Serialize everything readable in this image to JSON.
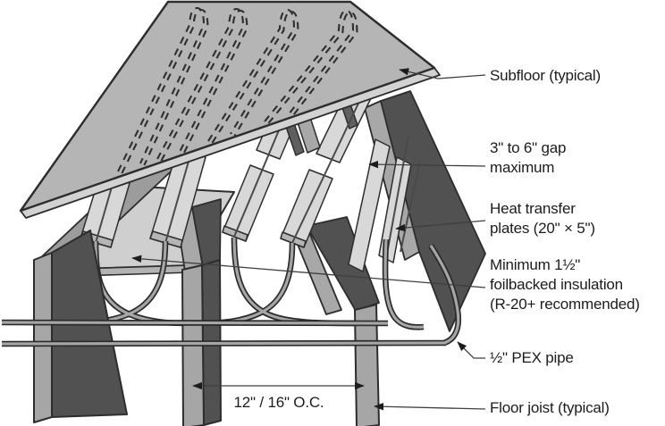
{
  "figure": {
    "type": "technical-diagram",
    "subject": "radiant-floor-heating-joist-installation",
    "background": "#ffffff",
    "colors": {
      "subfloor_top": "#b5b5b5",
      "subfloor_edge": "#d2d2d2",
      "plate": "#d8d8d8",
      "plate_end": "#b5b5b5",
      "insulation": "#cfcfcf",
      "joist_light": "#a6a6a6",
      "joist_dark": "#515151",
      "pipe_fill": "#a6a6a6",
      "outline": "#2d2d2d",
      "leader": "#3f3f3f",
      "text": "#1c1c1c"
    },
    "labels": {
      "subfloor": "Subfloor (typical)",
      "gap": [
        "3\" to 6\" gap",
        "maximum"
      ],
      "plates": [
        "Heat transfer",
        "plates (20\" × 5\")"
      ],
      "insulation": [
        "Minimum 1½\"",
        "foilbacked insulation",
        "(R-20+ recommended)"
      ],
      "pex": "½\" PEX pipe",
      "joist": "Floor joist (typical)",
      "spacing": "12\" / 16\" O.C."
    }
  }
}
